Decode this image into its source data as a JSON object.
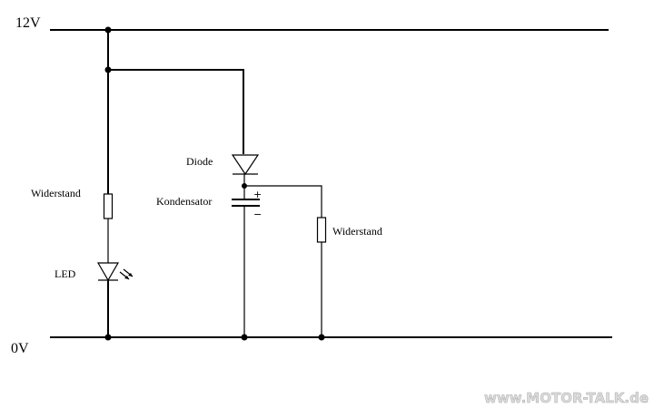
{
  "rails": {
    "top_label": "12V",
    "bottom_label": "0V"
  },
  "components": {
    "resistor_left": "Widerstand",
    "led": "LED",
    "diode": "Diode",
    "capacitor": "Kondensator",
    "resistor_right": "Widerstand"
  },
  "polarity": {
    "plus": "+",
    "minus": "−"
  },
  "watermark": "www.MOTOR-TALK.de"
}
